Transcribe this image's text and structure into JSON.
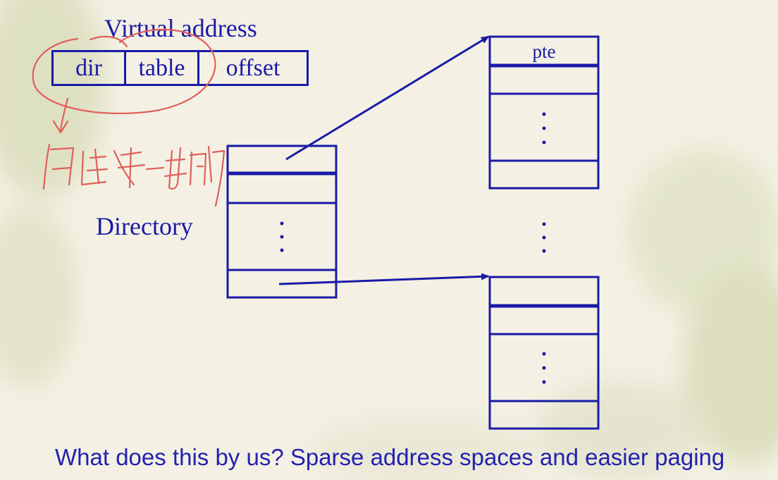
{
  "virtual_address": {
    "title": "Virtual address",
    "fields": [
      "dir",
      "table",
      "offset"
    ]
  },
  "directory_label": "Directory",
  "page_table_entry_label": "pte",
  "ellipsis": "⋮",
  "annotation": "handwritten red note (Chinese) circling dir and table",
  "caption": "What does this by us? Sparse address spaces and easier paging",
  "colors": {
    "ink": "#1a1aa8",
    "annotation": "#e0605a",
    "background": "#f4f1e4"
  }
}
